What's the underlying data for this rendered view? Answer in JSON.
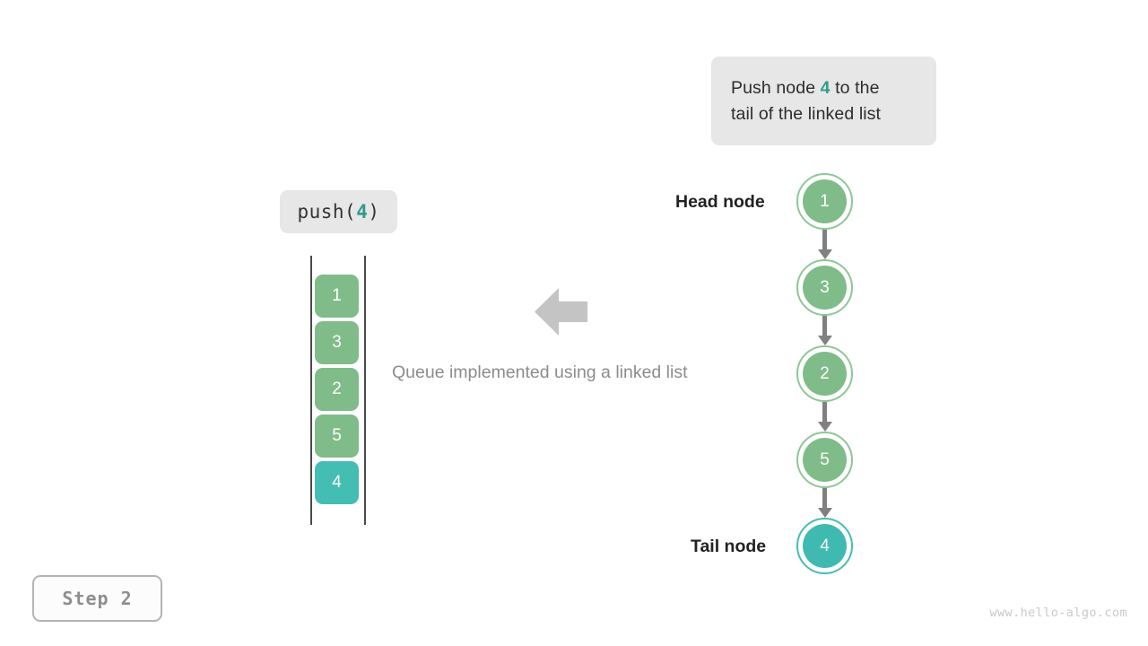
{
  "colors": {
    "green": "#7fbc89",
    "green_ring": "#8dc795",
    "teal": "#3fbab0",
    "teal_ring": "#44bdb3",
    "accent_text": "#2e9c8e",
    "box_bg": "#e7e7e7",
    "arrow_gray": "#808080",
    "rail_gray": "#4a4a4a",
    "caption_gray": "#8c8c8c",
    "badge_border": "#b4b4b4",
    "watermark": "#c9c9c9"
  },
  "callout": {
    "line1_before": "Push node ",
    "line1_value": "4",
    "line1_after": " to the",
    "line2": "tail of the linked list"
  },
  "operation": {
    "prefix": "push(",
    "value": "4",
    "suffix": ")"
  },
  "queue": {
    "cells": [
      {
        "value": "1",
        "color": "green"
      },
      {
        "value": "3",
        "color": "green"
      },
      {
        "value": "2",
        "color": "green"
      },
      {
        "value": "5",
        "color": "green"
      },
      {
        "value": "4",
        "color": "teal"
      }
    ]
  },
  "caption": "Queue implemented using a linked list",
  "linked_list": {
    "head_label": "Head node",
    "tail_label": "Tail node",
    "nodes": [
      {
        "value": "1",
        "color": "green"
      },
      {
        "value": "3",
        "color": "green"
      },
      {
        "value": "2",
        "color": "green"
      },
      {
        "value": "5",
        "color": "green"
      },
      {
        "value": "4",
        "color": "teal"
      }
    ]
  },
  "step_badge": "Step  2",
  "watermark": "www.hello-algo.com",
  "chart_data": {
    "type": "diagram",
    "title": "Queue implemented using a linked list",
    "operation": "push(4)",
    "queue_contents": [
      "1",
      "3",
      "2",
      "5",
      "4"
    ],
    "linked_list_order": [
      "1",
      "3",
      "2",
      "5",
      "4"
    ],
    "highlighted_value": "4",
    "head": "1",
    "tail": "4",
    "step": 2
  }
}
